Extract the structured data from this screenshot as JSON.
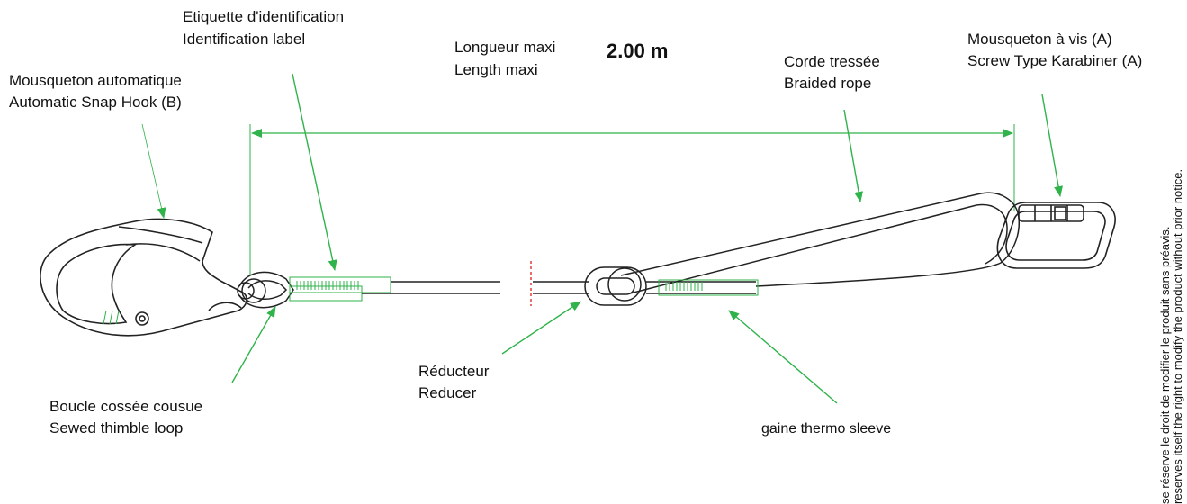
{
  "labels": {
    "id_label_fr": "Etiquette d'identification",
    "id_label_en": "Identification label",
    "length_fr": "Longueur maxi",
    "length_en": "Length maxi",
    "length_value": "2.00 m",
    "snap_hook_fr": "Mousqueton automatique",
    "snap_hook_en": "Automatic Snap Hook (B)",
    "rope_fr": "Corde tressée",
    "rope_en": "Braided rope",
    "karabiner_fr": "Mousqueton à vis (A)",
    "karabiner_en": "Screw Type Karabiner (A)",
    "thimble_fr": "Boucle cossée cousue",
    "thimble_en": "Sewed thimble loop",
    "reducer_fr": "Réducteur",
    "reducer_en": "Reducer",
    "sleeve": "gaine thermo sleeve"
  },
  "notice": {
    "line_fr": "se réserve le droit de modifier le produit sans préavis.",
    "line_en": "reserves itself the right to modify the product without prior notice."
  },
  "colors": {
    "arrow": "#2fb34a",
    "line": "#222222",
    "cut_mark": "#e0302c"
  }
}
